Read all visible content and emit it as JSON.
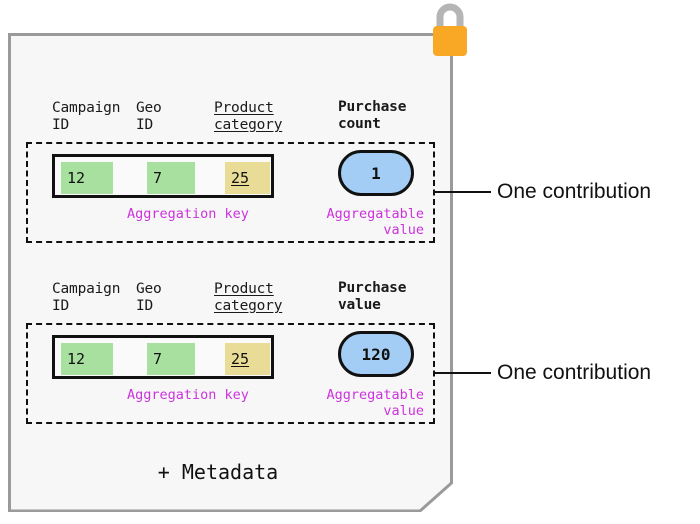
{
  "diagram": {
    "card": {
      "metadata_label": "+ Metadata",
      "fill_color": "#f7f7f7",
      "border_color": "#9a9a9a"
    },
    "lock_icon": {
      "name": "padlock-icon",
      "body_color": "#f9a825",
      "shackle_color": "#b5b5b5"
    },
    "colors": {
      "key_green": "#a8e0a0",
      "key_yellow": "#e8dc96",
      "value_blue": "#a3cdf5",
      "annotation_magenta": "#cc33dd",
      "outline_black": "#111111"
    },
    "contributions": [
      {
        "id": "contribution-1",
        "headers": {
          "campaign_id": "Campaign\nID",
          "geo_id": "Geo\nID",
          "product_category": "Product\ncategory",
          "metric": "Purchase\ncount"
        },
        "aggregation_key": {
          "campaign_id": "12",
          "geo_id": "7",
          "product_category": "25"
        },
        "aggregatable_value": "1",
        "notes": {
          "key": "Aggregation key",
          "value": "Aggregatable value"
        },
        "callout": "One contribution"
      },
      {
        "id": "contribution-2",
        "headers": {
          "campaign_id": "Campaign\nID",
          "geo_id": "Geo\nID",
          "product_category": "Product\ncategory",
          "metric": "Purchase\nvalue"
        },
        "aggregation_key": {
          "campaign_id": "12",
          "geo_id": "7",
          "product_category": "25"
        },
        "aggregatable_value": "120",
        "notes": {
          "key": "Aggregation key",
          "value": "Aggregatable value"
        },
        "callout": "One contribution"
      }
    ]
  }
}
